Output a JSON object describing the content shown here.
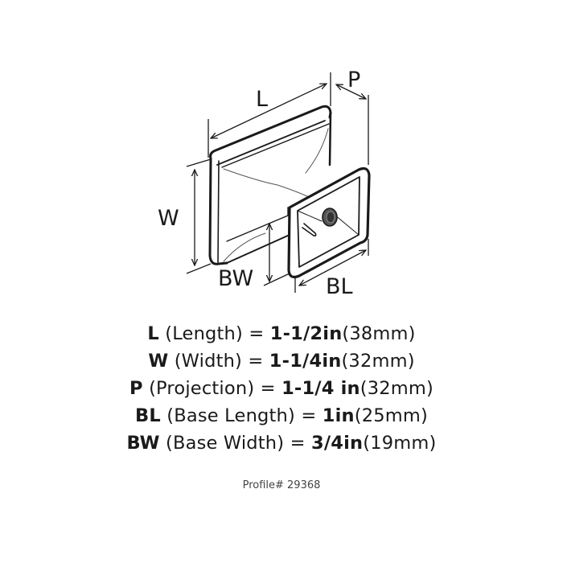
{
  "diagram": {
    "labels": {
      "L": "L",
      "W": "W",
      "P": "P",
      "BL": "BL",
      "BW": "BW"
    }
  },
  "specs": [
    {
      "code": "L",
      "name": "(Length) =",
      "value": "1-1/2in",
      "metric": "(38mm)"
    },
    {
      "code": "W",
      "name": "(Width) =",
      "value": "1-1/4in",
      "metric": "(32mm)"
    },
    {
      "code": "P",
      "name": "(Projection) =",
      "value": "1-1/4 in",
      "metric": "(32mm)"
    },
    {
      "code": "BL",
      "name": "(Base Length) =",
      "value": "1in",
      "metric": "(25mm)"
    },
    {
      "code": "BW",
      "name": "(Base Width) =",
      "value": "3/4in",
      "metric": "(19mm)"
    }
  ],
  "profile": "Profile# 29368"
}
